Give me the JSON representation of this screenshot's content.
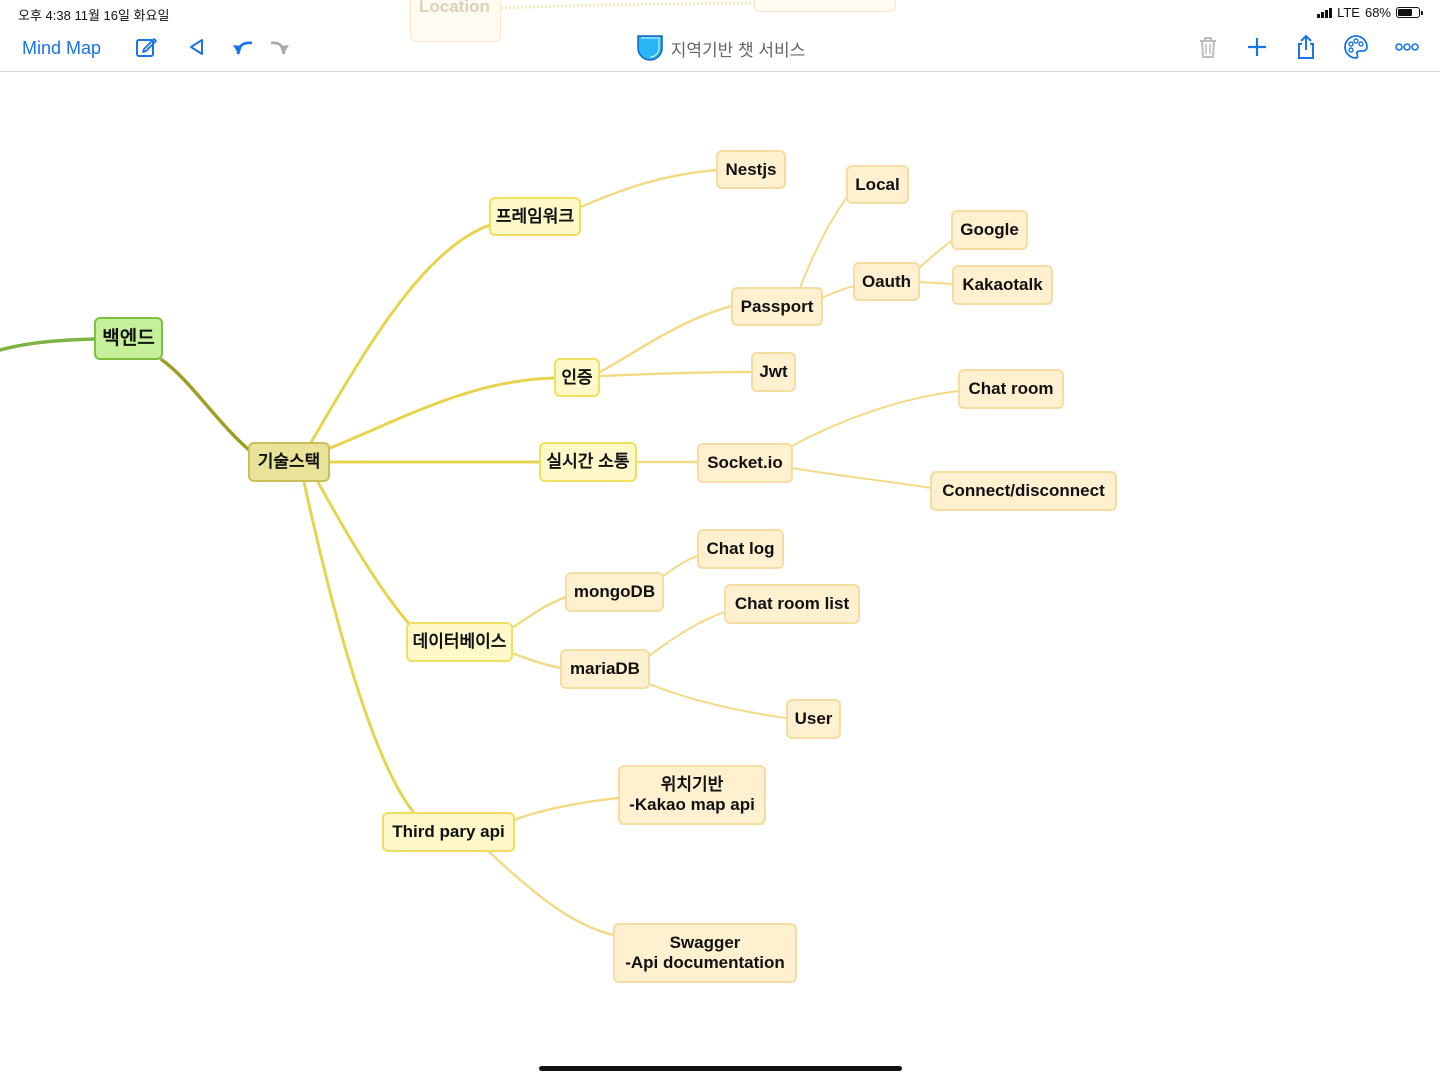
{
  "status_bar": {
    "time": "오후 4:38  11월 16일 화요일",
    "network": "LTE",
    "battery": "68%",
    "battery_level": 0.68
  },
  "toolbar": {
    "back_label": "Mind Map",
    "document_title": "지역기반 챗 서비스",
    "accent_color": "#1a73e8",
    "icons": [
      "edit-icon",
      "back-triangle-icon",
      "undo-icon",
      "redo-icon",
      "trash-icon",
      "add-icon",
      "share-icon",
      "palette-icon",
      "more-icon",
      "document-drop-icon"
    ]
  },
  "ghost_nodes": {
    "location": "Location"
  },
  "mindmap": {
    "root": "백엔드",
    "hub": "기술스택",
    "framework": "프레임워크",
    "nestjs": "Nestjs",
    "auth": "인증",
    "passport": "Passport",
    "local": "Local",
    "oauth": "Oauth",
    "google": "Google",
    "kakaotalk": "Kakaotalk",
    "jwt": "Jwt",
    "realtime": "실시간 소통",
    "socketio": "Socket.io",
    "chatroom": "Chat room",
    "connect": "Connect/disconnect",
    "database": "데이터베이스",
    "mongodb": "mongoDB",
    "chatlog": "Chat log",
    "mariadb": "mariaDB",
    "chatroomlist": "Chat room list",
    "user": "User",
    "thirdparty": "Third pary api",
    "kakaomap": "위치기반\n-Kakao map api",
    "swagger": "Swagger\n-Api documentation"
  },
  "colors": {
    "root_fill": "#c6ef9a",
    "hub_fill": "#e9e39a",
    "level2_fill": "#fff9c9",
    "level3_fill": "#fff0cf"
  }
}
